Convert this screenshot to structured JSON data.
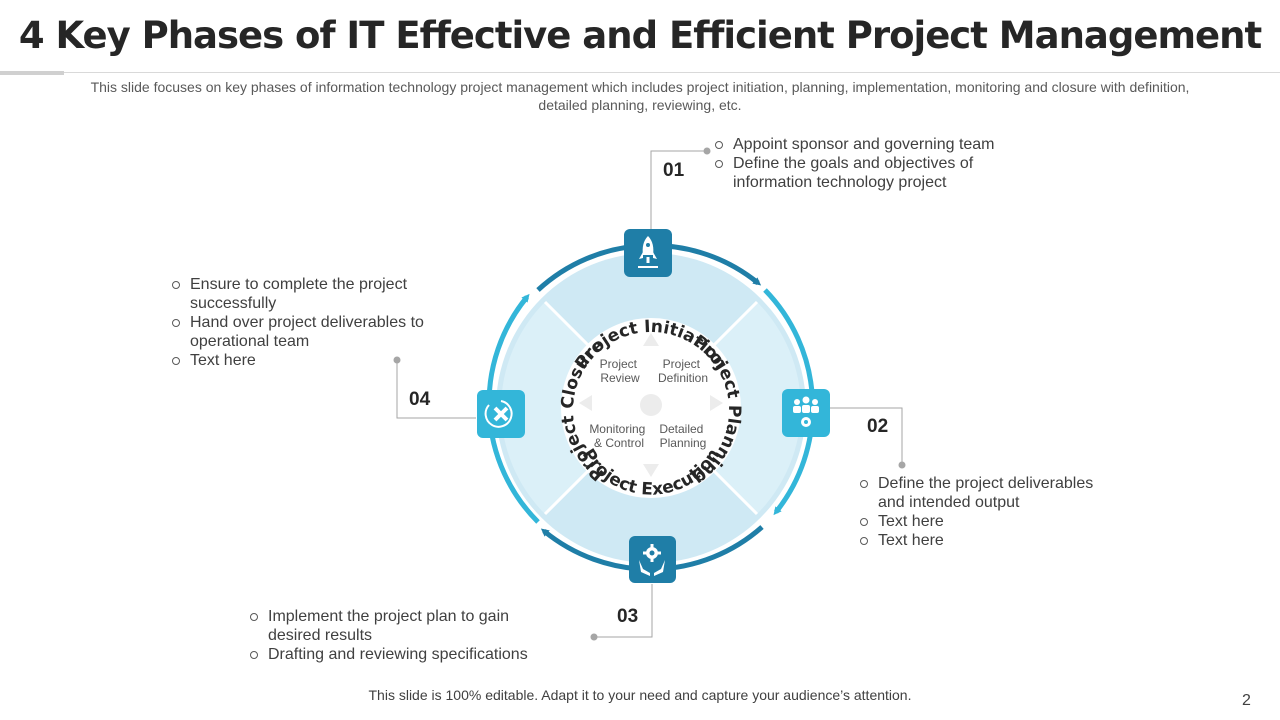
{
  "title": "4 Key Phases of IT Effective and Efficient Project Management",
  "subtitle": "This slide focuses on key phases of information technology project management which includes project initiation, planning, implementation, monitoring and closure with definition, detailed planning, reviewing, etc.",
  "phases": [
    {
      "number": "01",
      "ring_label": "Project Initiation",
      "icon": "rocket-icon",
      "bullets": [
        "Appoint sponsor and governing team",
        "Define the goals and objectives of information technology  project"
      ]
    },
    {
      "number": "02",
      "ring_label": "Project Planning",
      "icon": "team-gear-icon",
      "bullets": [
        "Define the project deliverables and intended output",
        "Text here",
        "Text here"
      ]
    },
    {
      "number": "03",
      "ring_label": "Project Execution",
      "icon": "gear-hands-icon",
      "bullets": [
        "Implement  the project plan to gain desired results",
        "Drafting and reviewing specifications"
      ]
    },
    {
      "number": "04",
      "ring_label": "Project Closure",
      "icon": "close-icon",
      "bullets": [
        "Ensure to complete the project successfully",
        "Hand over project deliverables to operational team",
        "Text here"
      ]
    }
  ],
  "center_cells": {
    "top_left": [
      "Project",
      "Review"
    ],
    "top_right": [
      "Project",
      "Definition"
    ],
    "bottom_left": [
      "Monitoring",
      "& Control"
    ],
    "bottom_right": [
      "Detailed",
      "Planning"
    ]
  },
  "colors": {
    "icon_box_dark": "#1f7ea7",
    "icon_box_light": "#33b6d9",
    "ring_fill": "#cfe9f4",
    "arc_dark": "#1f7ea7",
    "arc_light": "#33b6d9"
  },
  "footer": "This slide is 100% editable. Adapt it to your need and capture your audience’s attention.",
  "page_number": "2"
}
